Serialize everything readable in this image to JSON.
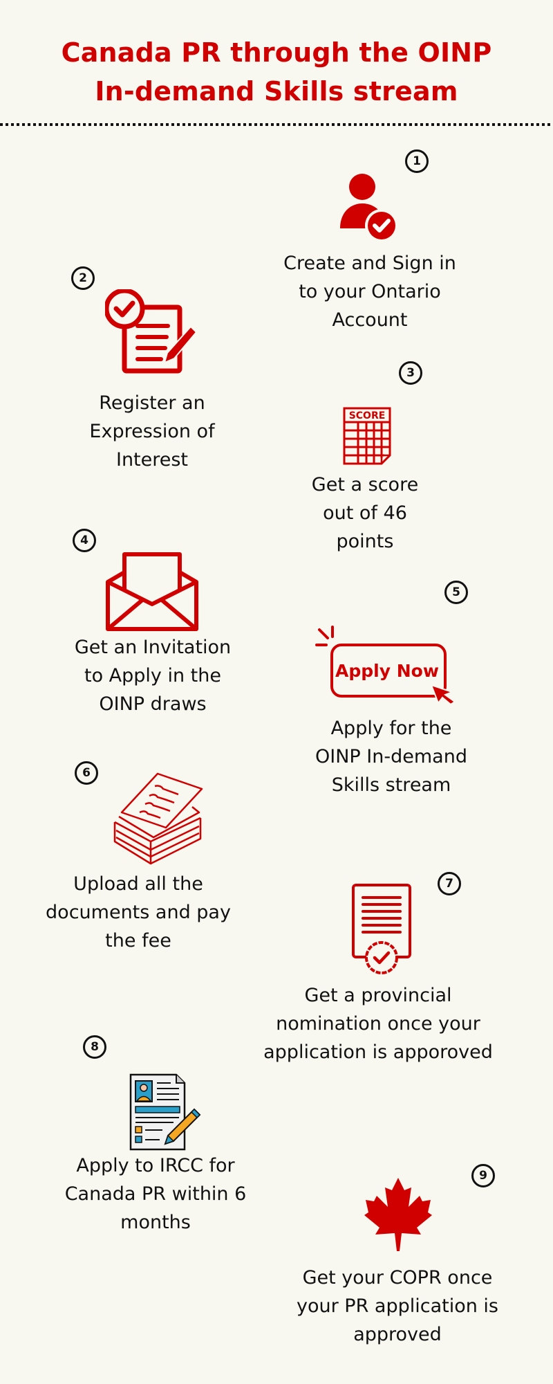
{
  "header": {
    "title_line1": "Canada PR through the OINP",
    "title_line2": "In-demand Skills stream"
  },
  "colors": {
    "background": "#F8F8F1",
    "accent_red": "#D10000",
    "text": "#111111"
  },
  "steps": [
    {
      "number": "1",
      "icon": "user-check-icon",
      "lines": [
        "Create and Sign in",
        "to your Ontario",
        "Account"
      ]
    },
    {
      "number": "2",
      "icon": "document-checklist-pencil-icon",
      "lines": [
        "Register an",
        "Expression of",
        "Interest"
      ]
    },
    {
      "number": "3",
      "icon": "score-sheet-icon",
      "icon_label": "SCORE",
      "lines": [
        "Get a score",
        "out of 46",
        "points"
      ]
    },
    {
      "number": "4",
      "icon": "open-envelope-icon",
      "lines": [
        "Get an Invitation",
        "to Apply in the",
        "OINP draws"
      ]
    },
    {
      "number": "5",
      "icon": "apply-now-button-icon",
      "icon_label": "Apply Now",
      "lines": [
        "Apply for the",
        "OINP In-demand",
        "Skills stream"
      ]
    },
    {
      "number": "6",
      "icon": "paper-stack-icon",
      "lines": [
        "Upload all the",
        "documents and pay",
        "the fee"
      ]
    },
    {
      "number": "7",
      "icon": "certificate-icon",
      "lines": [
        "Get a provincial",
        "nomination once your",
        "application is apporoved"
      ]
    },
    {
      "number": "8",
      "icon": "application-form-pen-icon",
      "lines": [
        "Apply to IRCC for",
        "Canada PR within 6",
        "months"
      ]
    },
    {
      "number": "9",
      "icon": "maple-leaf-icon",
      "lines": [
        "Get your COPR once",
        "your PR application is",
        "approved"
      ]
    }
  ]
}
